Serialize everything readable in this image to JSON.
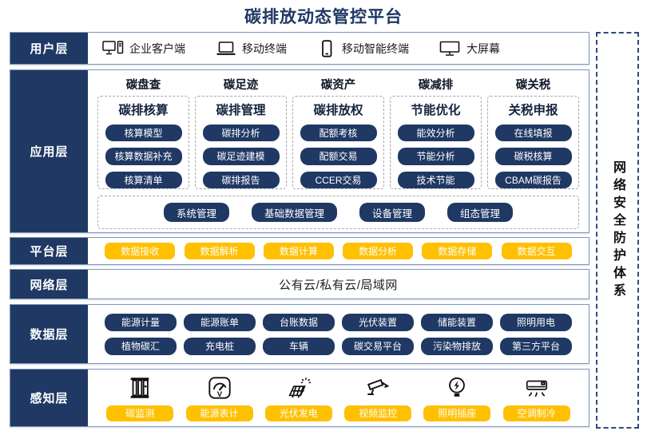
{
  "title": "碳排放动态管控平台",
  "colors": {
    "navy": "#1F3864",
    "yellow": "#FFC000",
    "band_border": "#8096BC"
  },
  "side_panel": {
    "label": "网络安全防护体系"
  },
  "user_layer": {
    "label": "用户层",
    "items": [
      {
        "icon": "desktop-pc-icon",
        "label": "企业客户端"
      },
      {
        "icon": "laptop-icon",
        "label": "移动终端"
      },
      {
        "icon": "smartphone-icon",
        "label": "移动智能终端"
      },
      {
        "icon": "large-screen-icon",
        "label": "大屏幕"
      }
    ]
  },
  "app_layer": {
    "label": "应用层",
    "columns": [
      {
        "header": "碳盘查",
        "subheader": "碳排核算",
        "items": [
          "核算模型",
          "核算数据补充",
          "核算清单"
        ]
      },
      {
        "header": "碳足迹",
        "subheader": "碳排管理",
        "items": [
          "碳排分析",
          "碳足迹建模",
          "碳排报告"
        ]
      },
      {
        "header": "碳资产",
        "subheader": "碳排放权",
        "items": [
          "配额考核",
          "配额交易",
          "CCER交易"
        ]
      },
      {
        "header": "碳减排",
        "subheader": "节能优化",
        "items": [
          "能效分析",
          "节能分析",
          "技术节能"
        ]
      },
      {
        "header": "碳关税",
        "subheader": "关税申报",
        "items": [
          "在线填报",
          "碳税核算",
          "CBAM碳报告"
        ]
      }
    ],
    "common_items": [
      "系统管理",
      "基础数据管理",
      "设备管理",
      "组态管理"
    ]
  },
  "platform_layer": {
    "label": "平台层",
    "items": [
      "数据接收",
      "数据解析",
      "数据计算",
      "数据分析",
      "数据存储",
      "数据交互"
    ]
  },
  "network_layer": {
    "label": "网络层",
    "content": "公有云/私有云/局域网"
  },
  "data_layer": {
    "label": "数据层",
    "rows": [
      [
        "能源计量",
        "能源账单",
        "台账数据",
        "光伏装置",
        "储能装置",
        "照明用电"
      ],
      [
        "植物碳汇",
        "充电桩",
        "车辆",
        "碳交易平台",
        "污染物排放",
        "第三方平台"
      ]
    ]
  },
  "perception_layer": {
    "label": "感知层",
    "items": [
      {
        "icon": "carbon-monitor-icon",
        "label": "碳监测"
      },
      {
        "icon": "energy-meter-icon",
        "label": "能源表计"
      },
      {
        "icon": "solar-power-icon",
        "label": "光伏发电"
      },
      {
        "icon": "video-surveillance-icon",
        "label": "视频监控"
      },
      {
        "icon": "lighting-socket-icon",
        "label": "照明插座"
      },
      {
        "icon": "air-conditioning-icon",
        "label": "空调制冷"
      }
    ]
  }
}
